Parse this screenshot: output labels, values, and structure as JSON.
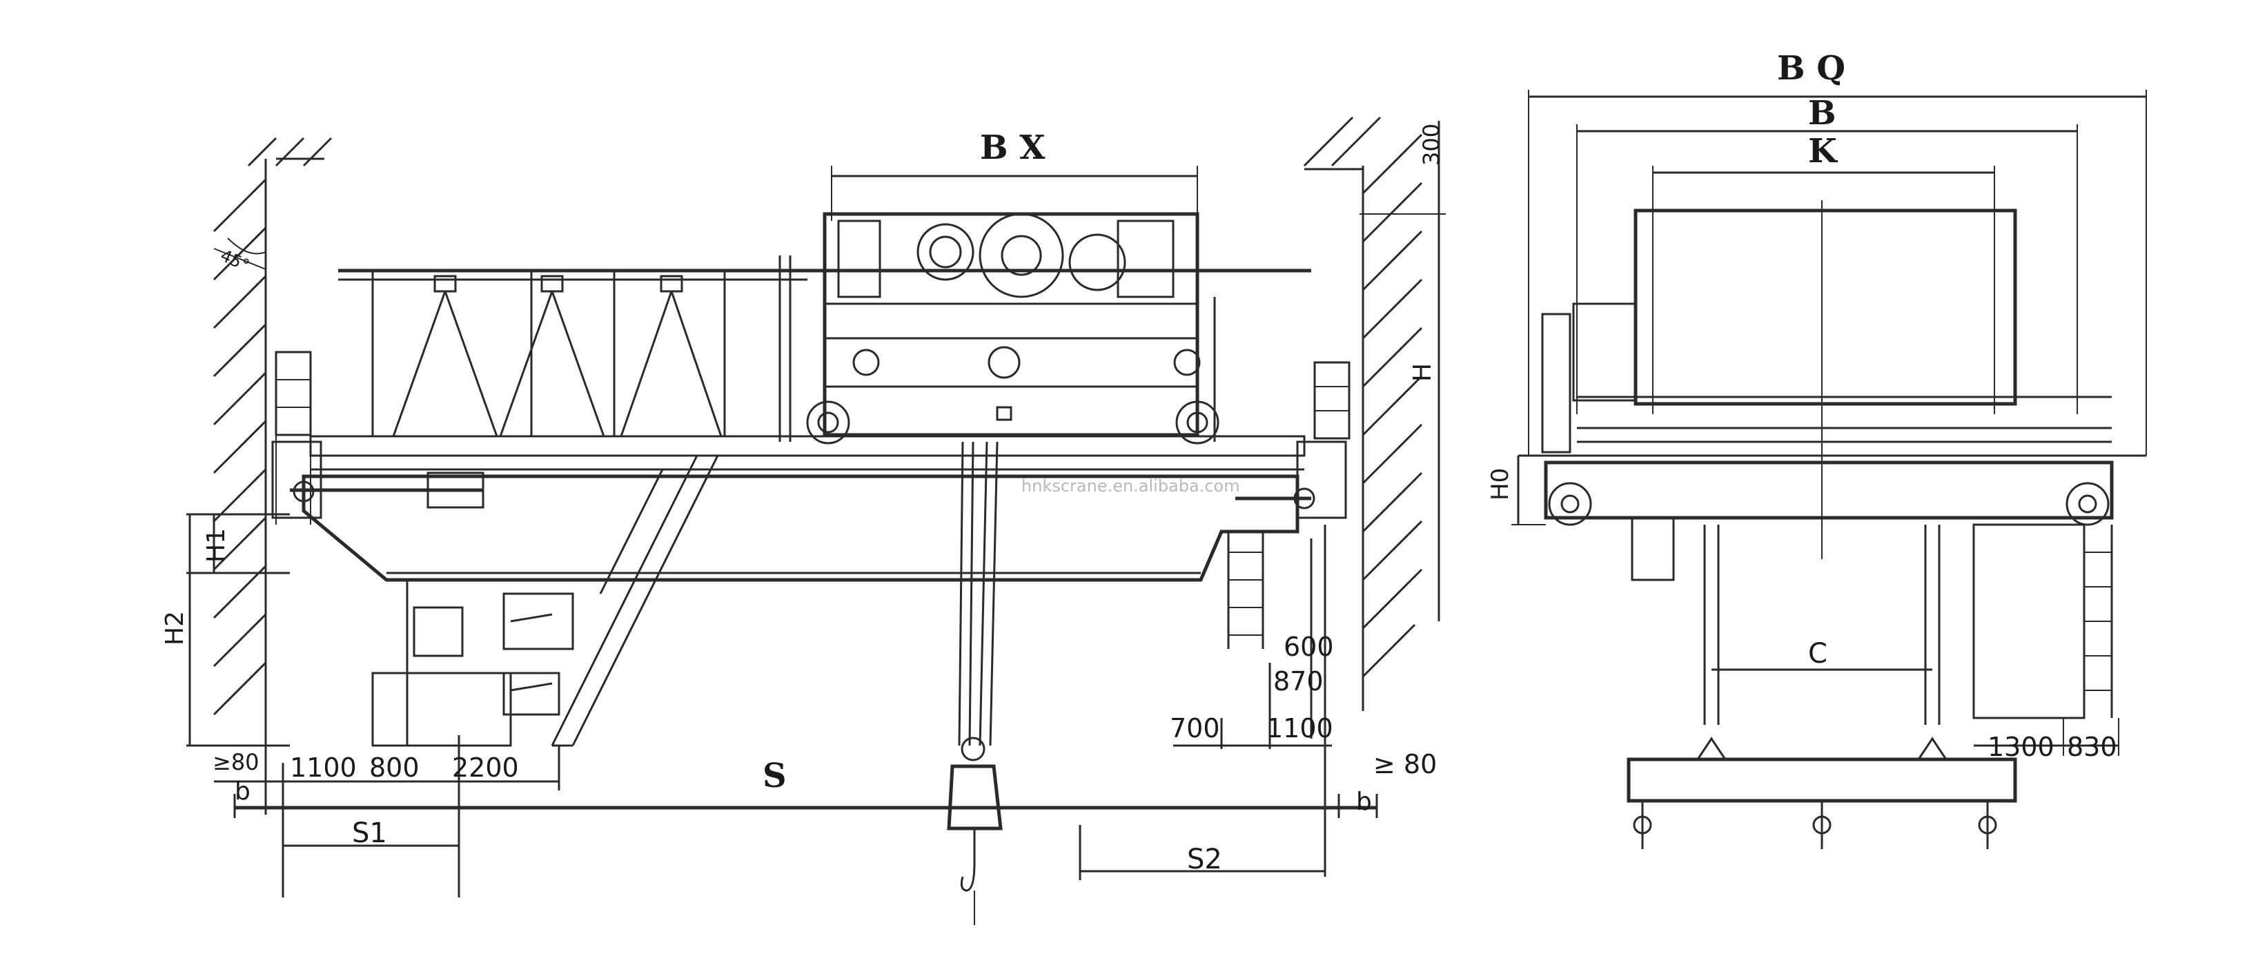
{
  "front_view": {
    "labels": {
      "bx": "B X",
      "s": "S",
      "s1": "S1",
      "s2": "S2",
      "h": "H",
      "h1": "H1",
      "h2": "H2",
      "b_left": "b",
      "b_right": "b",
      "angle": "45°"
    },
    "dimensions": {
      "d300": "300",
      "d80_left": "≥80",
      "d1100_left": "1100",
      "d800": "800",
      "d2200": "2200",
      "d700": "700",
      "d1100_right": "1100",
      "d600": "600",
      "d870": "870",
      "d80_right": "≥ 80"
    }
  },
  "side_view": {
    "labels": {
      "bq": "B Q",
      "b": "B",
      "k": "K",
      "c": "C",
      "h0": "H0"
    },
    "dimensions": {
      "d1300": "1300",
      "d830": "830"
    }
  },
  "watermark": "hnkscrane.en.alibaba.com"
}
